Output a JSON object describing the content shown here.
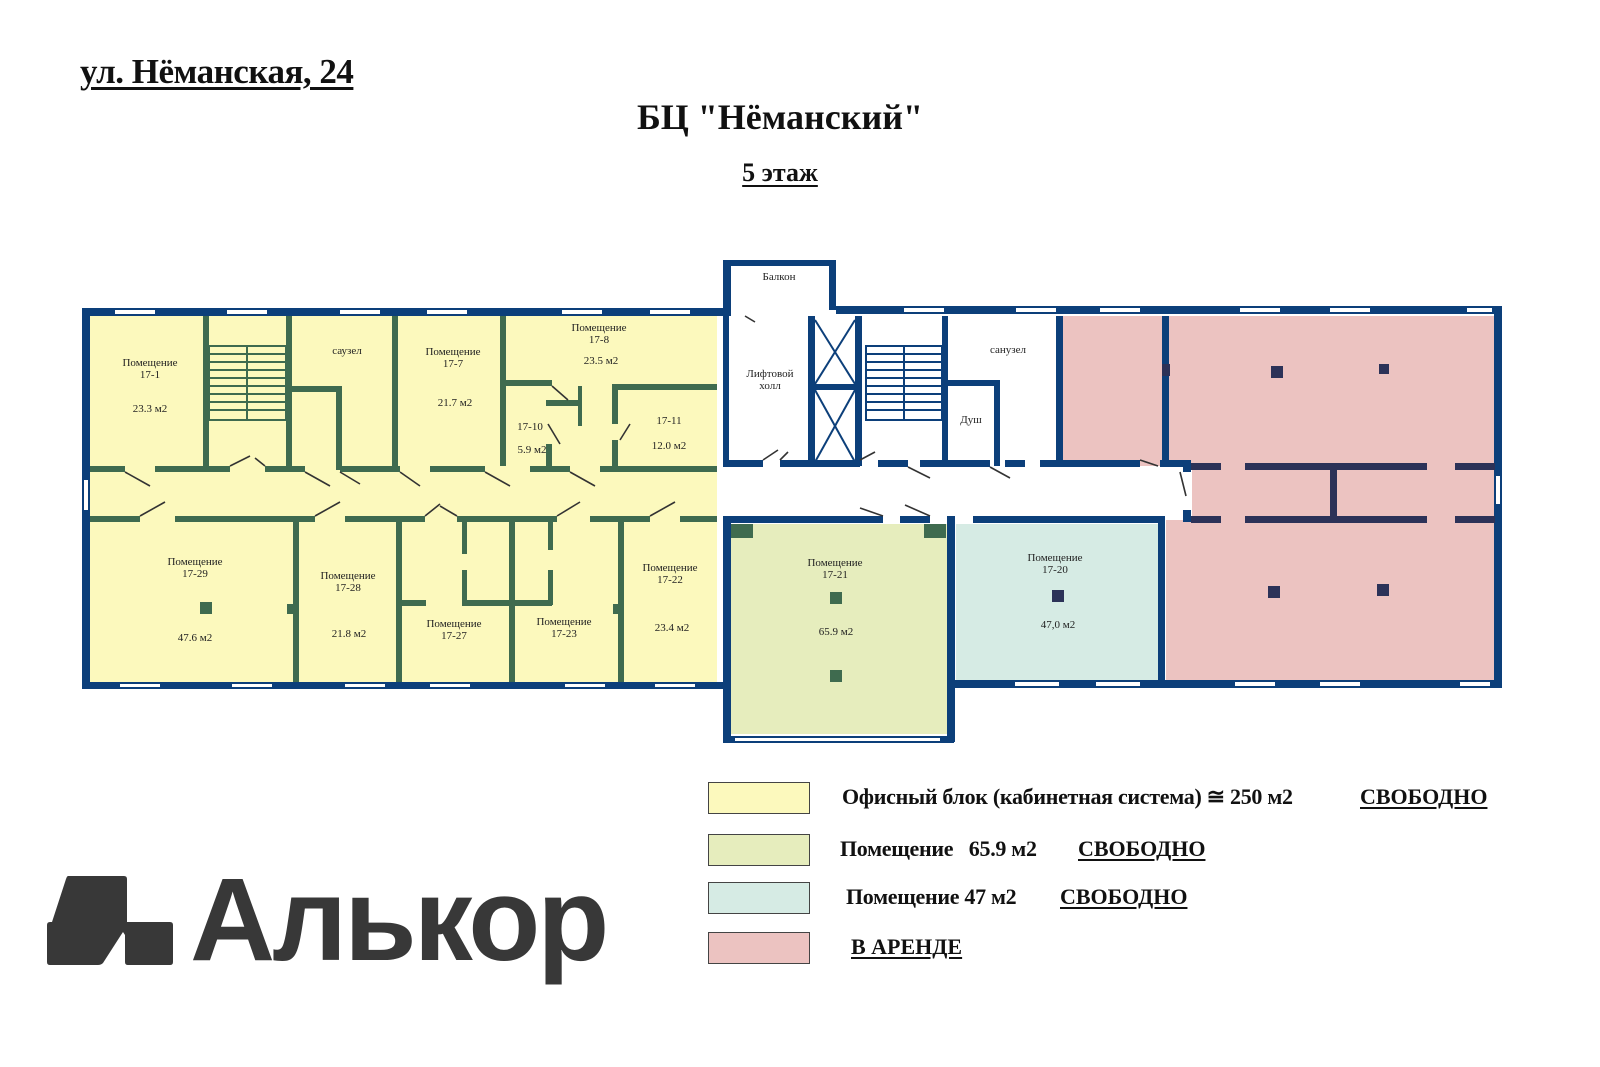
{
  "header": {
    "address": "ул. Нёманская, 24",
    "building": "БЦ \"Нёманский\"",
    "floor": "5 этаж"
  },
  "colors": {
    "office_block": "#fcf9bd",
    "room_65": "#e6edbd",
    "room_47": "#d6ebe4",
    "rented": "#ecc3c1",
    "wall_office": "#3f6b4f",
    "wall_outer": "#0c3f7a",
    "column_rented": "#2c3258"
  },
  "plan": {
    "rooms": [
      {
        "id": "17-1",
        "label": "Помещение",
        "number": "17-1",
        "area": "23.3 м2"
      },
      {
        "id": "wc-left",
        "label": "саузел"
      },
      {
        "id": "17-7",
        "label": "Помещение",
        "number": "17-7",
        "area": "21.7 м2"
      },
      {
        "id": "17-8",
        "label": "Помещение",
        "number": "17-8",
        "area": "23.5 м2"
      },
      {
        "id": "17-10",
        "number": "17-10",
        "area": "5.9 м2"
      },
      {
        "id": "17-11",
        "number": "17-11",
        "area": "12.0 м2"
      },
      {
        "id": "17-29",
        "label": "Помещение",
        "number": "17-29",
        "area": "47.6 м2"
      },
      {
        "id": "17-28",
        "label": "Помещение",
        "number": "17-28",
        "area": "21.8 м2"
      },
      {
        "id": "17-27",
        "label": "Помещение",
        "number": "17-27"
      },
      {
        "id": "17-23",
        "label": "Помещение",
        "number": "17-23"
      },
      {
        "id": "17-22",
        "label": "Помещение",
        "number": "17-22",
        "area": "23.4 м2"
      },
      {
        "id": "17-21",
        "label": "Помещение",
        "number": "17-21",
        "area": "65.9 м2"
      },
      {
        "id": "17-20",
        "label": "Помещение",
        "number": "17-20",
        "area": "47,0 м2"
      },
      {
        "id": "balcony",
        "label": "Балкон"
      },
      {
        "id": "lift-hall",
        "label": "Лифтовой",
        "label2": "холл"
      },
      {
        "id": "wc-right",
        "label": "санузел"
      },
      {
        "id": "shower",
        "label": "Душ"
      }
    ]
  },
  "legend": [
    {
      "text": "Офисный блок (кабинетная система) ≅ 250 м2",
      "status": "СВОБОДНО"
    },
    {
      "text": "Помещение   65.9 м2",
      "status": "СВОБОДНО"
    },
    {
      "text": "Помещение 47 м2",
      "status": "СВОБОДНО"
    },
    {
      "text": "",
      "status": "В АРЕНДЕ"
    }
  ],
  "logo": {
    "text": "Алькор"
  }
}
